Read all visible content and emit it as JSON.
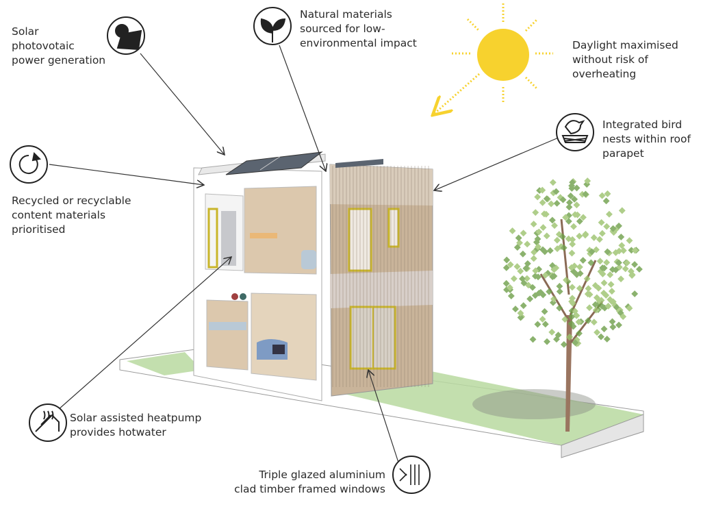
{
  "labels": {
    "solar": "Solar\nphotovotaic\npower generation",
    "natural": "Natural materials\nsourced for low-\nenvironmental impact",
    "daylight": "Daylight maximised\nwithout risk of\noverheating",
    "bird": "Integrated bird\nnests within roof\nparapet",
    "recycled": "Recycled or recyclable\ncontent materials\nprioritised",
    "heatpump": "Solar assisted heatpump\nprovides hotwater",
    "windows": "Triple glazed aluminium\nclad timber framed windows"
  },
  "colors": {
    "sun": "#f7d22e",
    "ground": "#b9d9a0",
    "timber": "#c9b49a",
    "window_frame": "#c9b52a",
    "tree": "#6fa04a"
  }
}
